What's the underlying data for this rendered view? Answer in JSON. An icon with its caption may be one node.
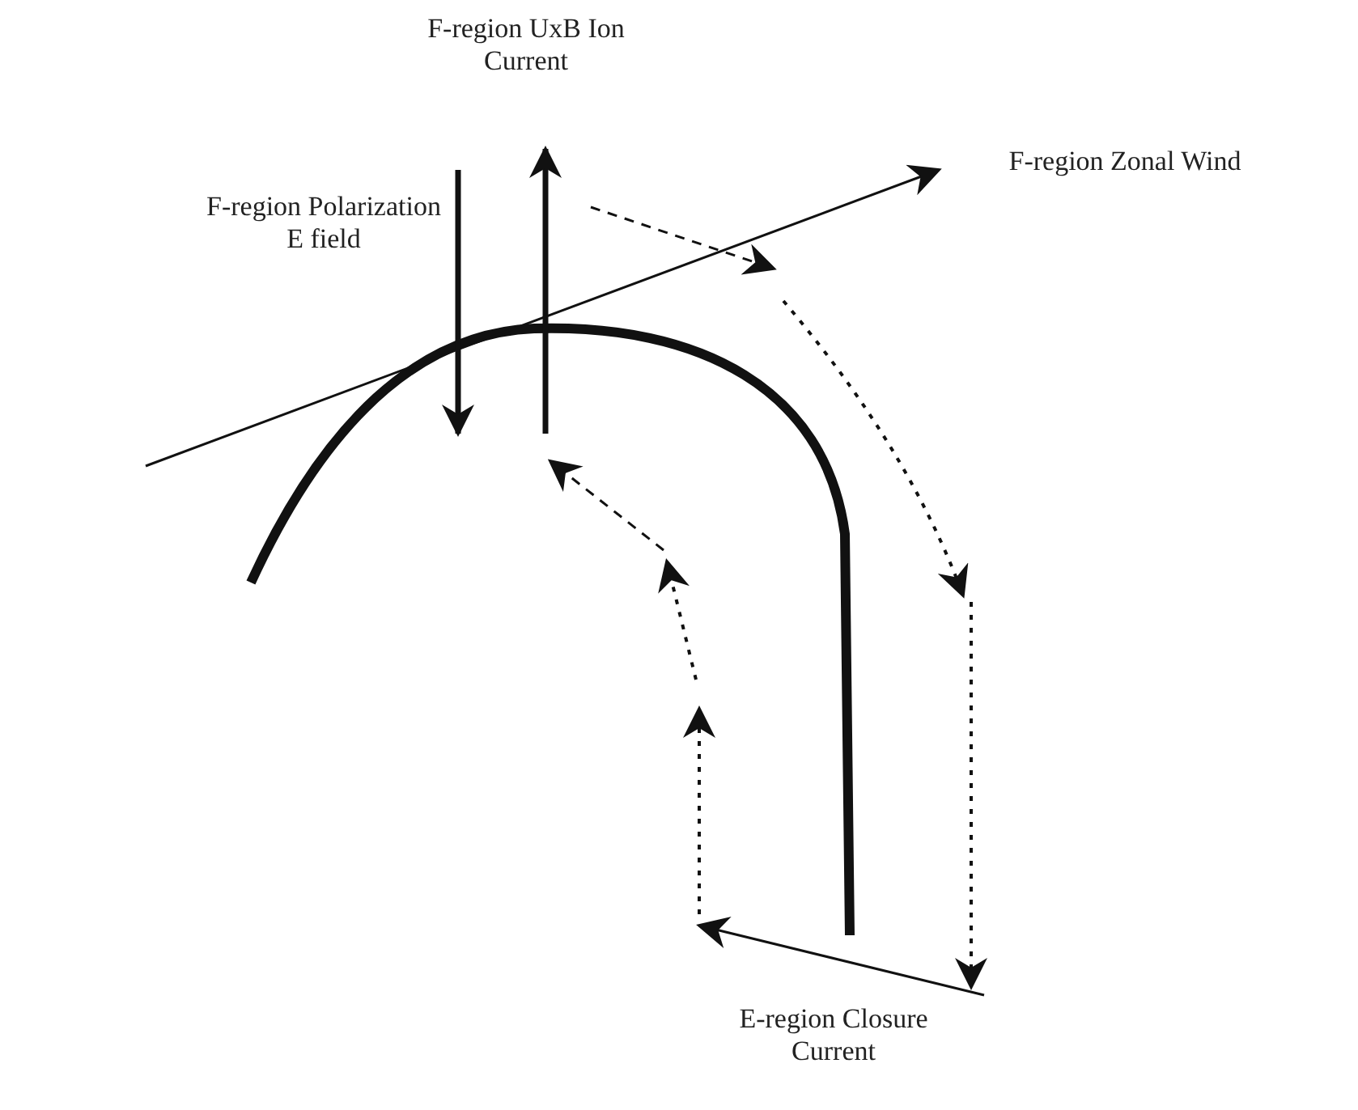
{
  "diagram": {
    "labels": [
      "F-region UxB Ion Current",
      "F-region Polarization E field",
      "F-region Zonal Wind",
      "E-region Closure Current"
    ]
  }
}
